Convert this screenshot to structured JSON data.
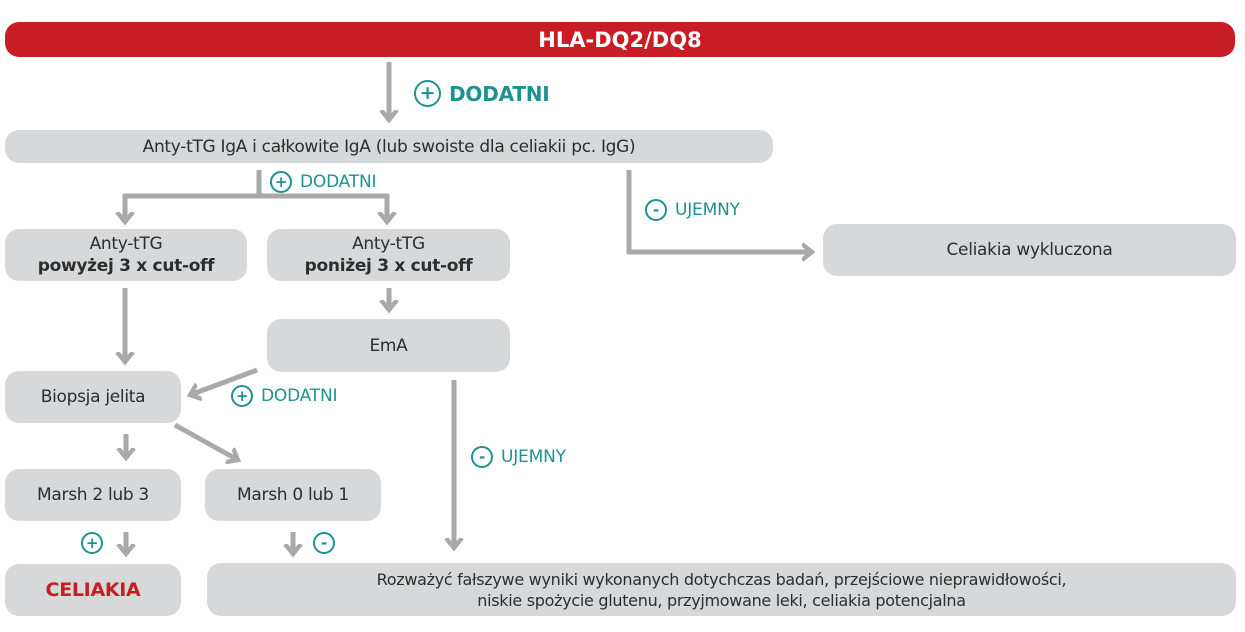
{
  "header": {
    "title": "HLA-DQ2/DQ8"
  },
  "labels": {
    "positive": "DODATNI",
    "negative": "UJEMNY",
    "plus_symbol": "+",
    "minus_symbol": "-"
  },
  "nodes": {
    "tests": "Anty-tTG IgA i całkowite IgA (lub swoiste dla celiakii pc. IgG)",
    "above_line1": "Anty-tTG",
    "above_line2": "powyżej 3 x cut-off",
    "below_line1": "Anty-tTG",
    "below_line2": "poniżej 3 x cut-off",
    "excluded": "Celiakia wykluczona",
    "ema": "EmA",
    "biopsy": "Biopsja jelita",
    "marsh23": "Marsh 2 lub 3",
    "marsh01": "Marsh 0 lub 1",
    "celiakia": "CELIAKIA",
    "consider_line1": "Rozważyć fałszywe wyniki wykonanych dotychczas badań, przejściowe nieprawidłowości,",
    "consider_line2": "niskie spożycie glutenu, przyjmowane leki, celiakia potencjalna"
  },
  "colors": {
    "banner": "#c81d24",
    "box": "#d7d8d9",
    "arrow": "#a9a9a9",
    "teal": "#1e9190",
    "celiakia_text": "#c81d24"
  }
}
